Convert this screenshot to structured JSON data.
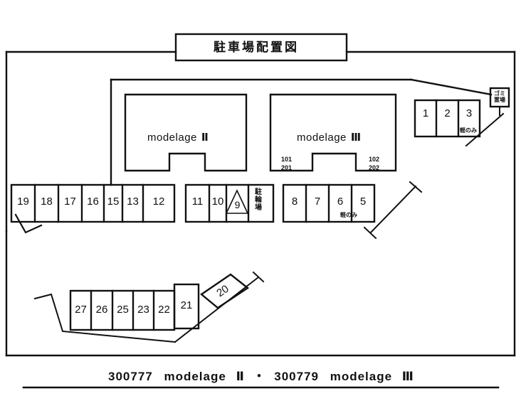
{
  "title": {
    "text": "駐車場配置図"
  },
  "buildings": [
    {
      "name": "modelage",
      "roman": "Ⅱ",
      "rooms": []
    },
    {
      "name": "modelage",
      "roman": "Ⅲ",
      "rooms": [
        "101",
        "201",
        "102",
        "202"
      ],
      "rooms_left": [
        "101",
        "201"
      ],
      "rooms_right": [
        "102",
        "202"
      ]
    }
  ],
  "annotations": {
    "kei_only": "軽のみ",
    "bicycle_parking": "駐輪場",
    "garbage_area": "ゴミ置場",
    "garbage_line1": "ゴミ",
    "garbage_line2": "置場"
  },
  "stalls": {
    "top_right_row": [
      "1",
      "2",
      "3"
    ],
    "left_row": [
      "19",
      "18",
      "17",
      "16",
      "15",
      "13",
      "12"
    ],
    "middle_row": [
      "11",
      "10",
      "9"
    ],
    "right_row": [
      "8",
      "7",
      "6",
      "5"
    ],
    "bottom_row": [
      "27",
      "26",
      "25",
      "23",
      "22",
      "21"
    ],
    "angled": [
      "20"
    ]
  },
  "footer": {
    "code_left": "300777",
    "name_left": "modelage",
    "roman_left": "Ⅱ",
    "separator": "・",
    "code_right": "300779",
    "name_right": "modelage",
    "roman_right": "Ⅲ"
  },
  "colors": {
    "line": "#111111",
    "background": "#ffffff"
  }
}
